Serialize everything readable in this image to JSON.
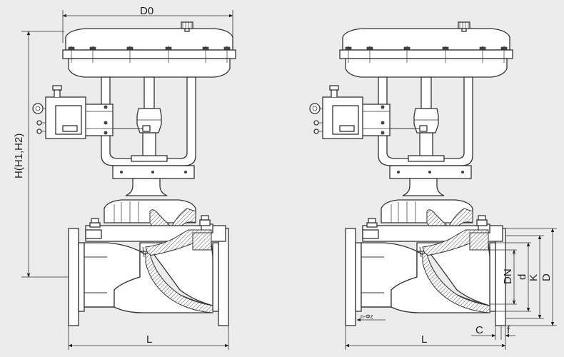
{
  "labels": {
    "d0": "D0",
    "h": "H(H1,H2)",
    "l_left": "L",
    "l_right": "L",
    "dn": "DN",
    "d_small": "d",
    "k": "K",
    "d_large": "D",
    "c": "C",
    "f": "f",
    "bolts": "n-Φz"
  },
  "colors": {
    "background": "#ececec",
    "line": "#333333",
    "fill": "#ffffff"
  }
}
